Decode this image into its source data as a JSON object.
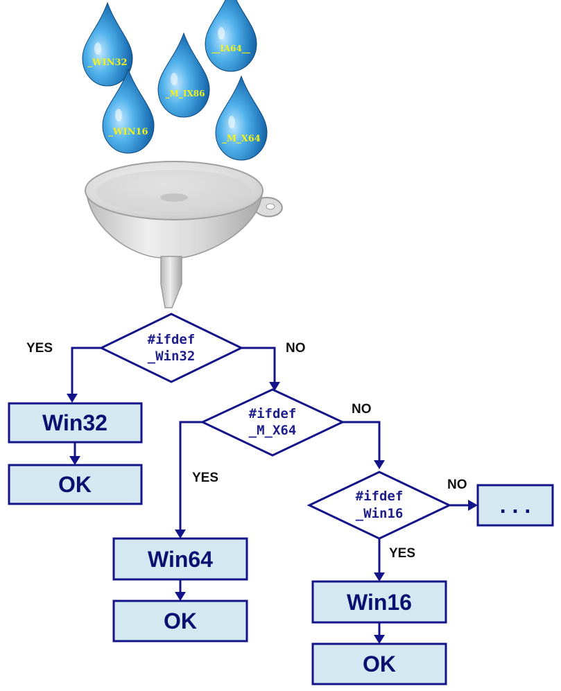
{
  "drops": [
    {
      "id": "win32",
      "label": "_WIN32"
    },
    {
      "id": "ia64",
      "label": "__IA64__"
    },
    {
      "id": "mix86",
      "label": "_M_IX86"
    },
    {
      "id": "win16",
      "label": "_WIN16"
    },
    {
      "id": "mx64",
      "label": "_M_X64"
    }
  ],
  "decisions": [
    {
      "id": "d1",
      "line1": "#ifdef",
      "line2": "_Win32"
    },
    {
      "id": "d2",
      "line1": "#ifdef",
      "line2": "_M_X64"
    },
    {
      "id": "d3",
      "line1": "#ifdef",
      "line2": "_Win16"
    }
  ],
  "boxes": {
    "win32": "Win32",
    "ok1": "OK",
    "win64": "Win64",
    "ok2": "OK",
    "win16": "Win16",
    "ok3": "OK",
    "more": ". . ."
  },
  "edge_labels": {
    "d1_yes": "YES",
    "d1_no": "NO",
    "d2_no": "NO",
    "d2_yes": "YES",
    "d3_no": "NO",
    "d3_yes": "YES"
  },
  "colors": {
    "line": "#14148a",
    "box_fill": "#d3e8f1",
    "drop_text": "#f2f21a",
    "drop_fill": "#2f8fd0"
  }
}
